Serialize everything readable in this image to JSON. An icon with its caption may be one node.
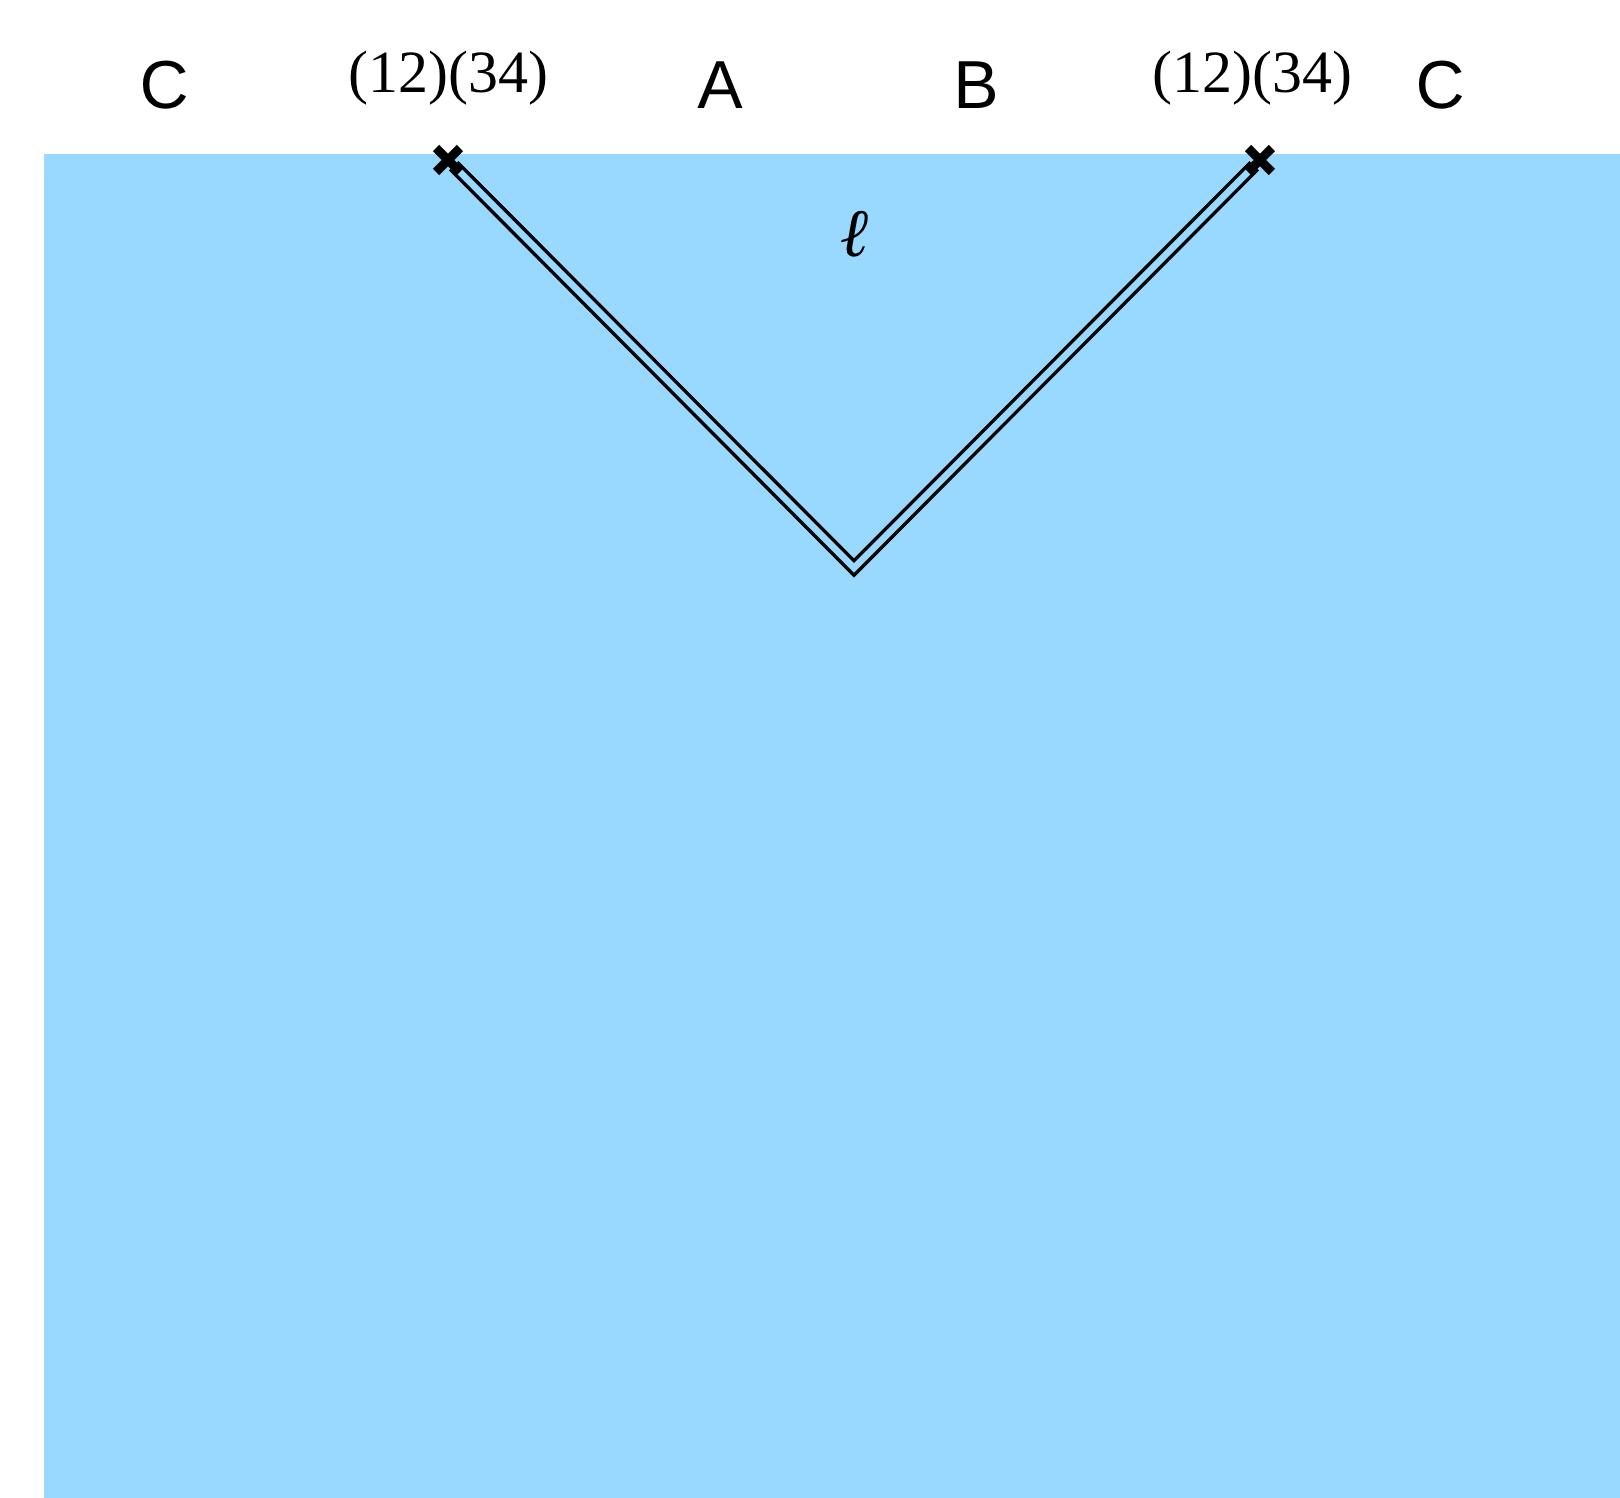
{
  "diagram": {
    "nodes": [
      {
        "text": [],
        "shape": "cross",
        "beside": [
          "(12)(34)"
        ]
      },
      {
        "text": [],
        "shape": "cross",
        "beside": [
          "(12)(34)"
        ]
      }
    ],
    "edges": [
      {
        "from": 0,
        "to": 1,
        "arrow": "none",
        "label": "ℓ"
      }
    ],
    "labels": [
      "C",
      "A",
      "B",
      "C"
    ]
  }
}
